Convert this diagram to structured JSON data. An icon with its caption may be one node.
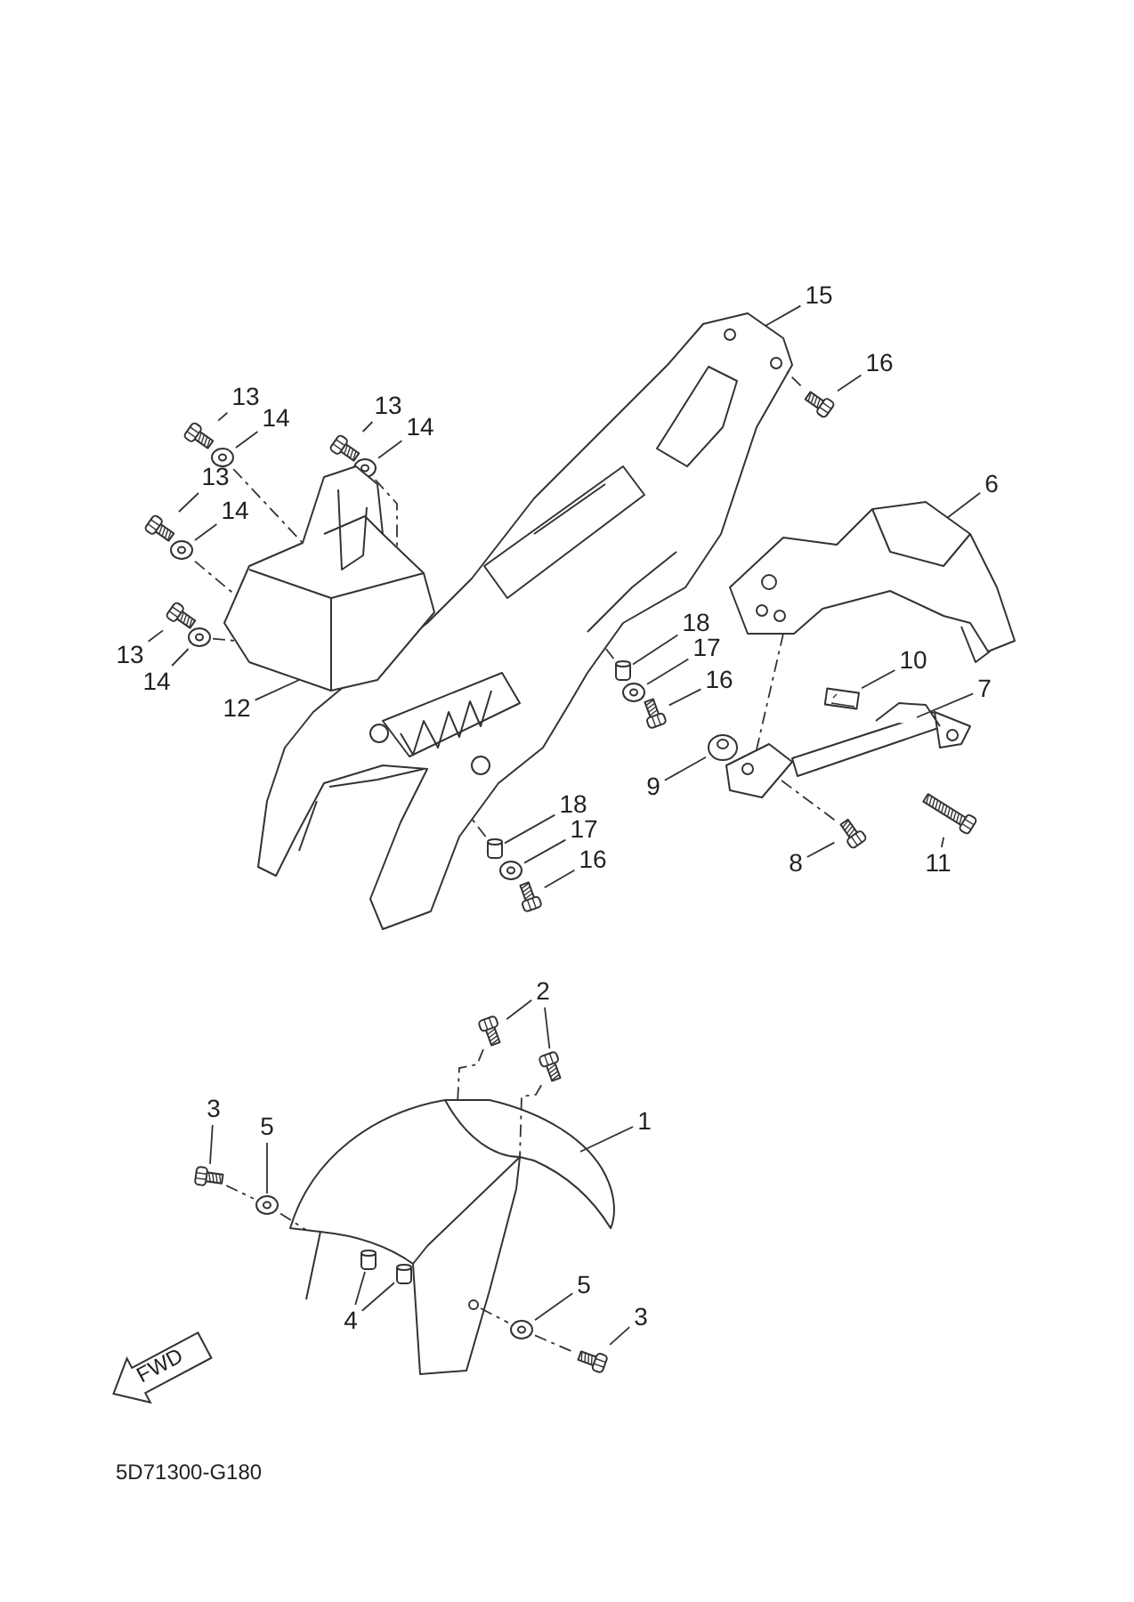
{
  "diagram": {
    "nodes": [
      {
        "text": [
          "15"
        ]
      },
      {
        "text": [
          "16"
        ]
      },
      {
        "text": [
          "13"
        ]
      },
      {
        "text": [
          "14"
        ]
      },
      {
        "text": [
          "13"
        ]
      },
      {
        "text": [
          "14"
        ]
      },
      {
        "text": [
          "6"
        ]
      },
      {
        "text": [
          "13"
        ]
      },
      {
        "text": [
          "14"
        ]
      },
      {
        "text": [
          "18"
        ]
      },
      {
        "text": [
          "17"
        ]
      },
      {
        "text": [
          "13"
        ]
      },
      {
        "text": [
          "16"
        ]
      },
      {
        "text": [
          "14"
        ]
      },
      {
        "text": [
          "10"
        ]
      },
      {
        "text": [
          "7"
        ]
      },
      {
        "text": [
          "12"
        ]
      },
      {
        "text": [
          "9"
        ]
      },
      {
        "text": [
          "18"
        ]
      },
      {
        "text": [
          "17"
        ]
      },
      {
        "text": [
          "16"
        ]
      },
      {
        "text": [
          "8"
        ]
      },
      {
        "text": [
          "11"
        ]
      },
      {
        "text": [
          "2"
        ]
      },
      {
        "text": [
          "3"
        ]
      },
      {
        "text": [
          "1"
        ]
      },
      {
        "text": [
          "5"
        ]
      },
      {
        "text": [
          "5"
        ]
      },
      {
        "text": [
          "4"
        ]
      },
      {
        "text": [
          "3"
        ]
      },
      {
        "text": [],
        "shape": "picture"
      },
      {
        "text": [],
        "shape": "picture"
      },
      {
        "text": [],
        "shape": "picture"
      },
      {
        "text": [],
        "shape": "picture"
      },
      {
        "text": [],
        "shape": "picture"
      },
      {
        "text": [],
        "shape": "picture"
      },
      {
        "text": [],
        "shape": "picture"
      },
      {
        "text": [],
        "shape": "picture"
      },
      {
        "text": [],
        "shape": "picture"
      },
      {
        "text": [],
        "shape": "picture"
      },
      {
        "text": [],
        "shape": "picture"
      },
      {
        "text": [],
        "shape": "picture"
      },
      {
        "text": [],
        "shape": "picture"
      },
      {
        "text": [],
        "shape": "picture"
      },
      {
        "text": [],
        "shape": "picture"
      },
      {
        "text": [],
        "shape": "picture"
      },
      {
        "text": [],
        "shape": "picture"
      },
      {
        "text": [],
        "shape": "picture"
      },
      {
        "text": [],
        "shape": "picture"
      },
      {
        "text": [],
        "shape": "picture"
      },
      {
        "text": [],
        "shape": "picture"
      },
      {
        "text": [],
        "shape": "picture"
      },
      {
        "text": [],
        "shape": "picture"
      },
      {
        "text": [],
        "shape": "picture"
      },
      {
        "text": [],
        "shape": "picture"
      },
      {
        "text": [],
        "shape": "picture"
      },
      {
        "text": [],
        "shape": "picture"
      },
      {
        "text": [],
        "shape": "picture"
      },
      {
        "text": [],
        "shape": "picture"
      },
      {
        "text": [],
        "shape": "picture"
      },
      {
        "text": [],
        "shape": "picture"
      },
      {
        "text": [],
        "shape": "picture"
      }
    ],
    "edges": [
      {
        "from": 0,
        "to": 30,
        "arrow": "none"
      },
      {
        "from": 1,
        "to": 31,
        "arrow": "none"
      },
      {
        "from": 2,
        "to": 32,
        "arrow": "none"
      },
      {
        "from": 3,
        "to": 33,
        "arrow": "none"
      },
      {
        "from": 4,
        "to": 34,
        "arrow": "none"
      },
      {
        "from": 5,
        "to": 35,
        "arrow": "none"
      },
      {
        "from": 6,
        "to": 36,
        "arrow": "none"
      },
      {
        "from": 7,
        "to": 37,
        "arrow": "none"
      },
      {
        "from": 8,
        "to": 38,
        "arrow": "none"
      },
      {
        "from": 9,
        "to": 39,
        "arrow": "none"
      },
      {
        "from": 10,
        "to": 40,
        "arrow": "none"
      },
      {
        "from": 11,
        "to": 41,
        "arrow": "none"
      },
      {
        "from": 12,
        "to": 42,
        "arrow": "none"
      },
      {
        "from": 13,
        "to": 43,
        "arrow": "none"
      },
      {
        "from": 14,
        "to": 44,
        "arrow": "none"
      },
      {
        "from": 15,
        "to": 45,
        "arrow": "none"
      },
      {
        "from": 16,
        "to": 46,
        "arrow": "none"
      },
      {
        "from": 17,
        "to": 47,
        "arrow": "none"
      },
      {
        "from": 18,
        "to": 48,
        "arrow": "none"
      },
      {
        "from": 19,
        "to": 49,
        "arrow": "none"
      },
      {
        "from": 20,
        "to": 50,
        "arrow": "none"
      },
      {
        "from": 21,
        "to": 51,
        "arrow": "none"
      },
      {
        "from": 22,
        "to": 52,
        "arrow": "none"
      },
      {
        "from": 23,
        "to": 53,
        "arrow": "none"
      },
      {
        "from": 23,
        "to": 54,
        "arrow": "none"
      },
      {
        "from": 24,
        "to": 55,
        "arrow": "none"
      },
      {
        "from": 25,
        "to": 56,
        "arrow": "none"
      },
      {
        "from": 26,
        "to": 57,
        "arrow": "none"
      },
      {
        "from": 27,
        "to": 58,
        "arrow": "none"
      },
      {
        "from": 28,
        "to": 59,
        "arrow": "none"
      },
      {
        "from": 28,
        "to": 60,
        "arrow": "none"
      },
      {
        "from": 29,
        "to": 61,
        "arrow": "none"
      },
      {
        "from": 33,
        "to": 46,
        "arrow": "none",
        "style": "dashed"
      },
      {
        "from": 35,
        "to": 46,
        "arrow": "none",
        "style": "dashed"
      },
      {
        "from": 38,
        "to": 46,
        "arrow": "none",
        "style": "dashed"
      },
      {
        "from": 43,
        "to": 46,
        "arrow": "none",
        "style": "dashed"
      },
      {
        "from": 36,
        "to": 45,
        "arrow": "none",
        "style": "dashed"
      },
      {
        "from": 51,
        "to": 45,
        "arrow": "none",
        "style": "dashed"
      },
      {
        "from": 39,
        "to": 30,
        "arrow": "none",
        "style": "dashed"
      },
      {
        "from": 48,
        "to": 30,
        "arrow": "none",
        "style": "dashed"
      },
      {
        "from": 53,
        "to": 56,
        "arrow": "none",
        "style": "dashed"
      },
      {
        "from": 54,
        "to": 56,
        "arrow": "none",
        "style": "dashed"
      },
      {
        "from": 55,
        "to": 57,
        "arrow": "none",
        "style": "dashed"
      },
      {
        "from": 57,
        "to": 56,
        "arrow": "none",
        "style": "dashed"
      },
      {
        "from": 56,
        "to": 58,
        "arrow": "none",
        "style": "dashed"
      },
      {
        "from": 58,
        "to": 61,
        "arrow": "none",
        "style": "dashed"
      },
      {
        "from": 31,
        "to": 30,
        "arrow": "none",
        "style": "dashed"
      }
    ],
    "labels": [
      "FWD",
      "5D71300-G180"
    ]
  }
}
